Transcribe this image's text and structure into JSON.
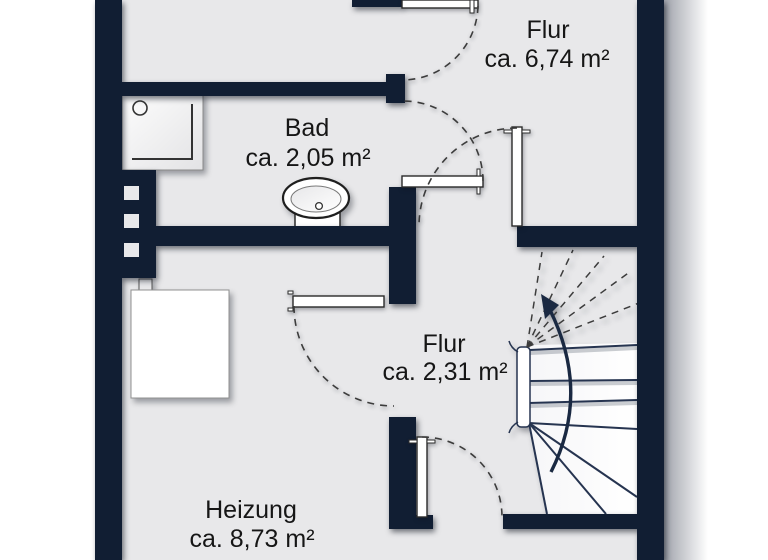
{
  "rooms": {
    "flur_top": {
      "name": "Flur",
      "area": "ca. 6,74 m²"
    },
    "bad": {
      "name": "Bad",
      "area": "ca. 2,05 m²"
    },
    "flur_mid": {
      "name": "Flur",
      "area": "ca. 2,31 m²"
    },
    "heizung": {
      "name": "Heizung",
      "area": "ca. 8,73 m²"
    }
  },
  "fixtures": {
    "shower": "shower-tray",
    "sink": "washbasin",
    "heater": "heater-unit",
    "stairs": "winder-staircase",
    "stairs_direction": "curved-up-arrow"
  },
  "colors": {
    "wall": "#111e33",
    "floor": "#e8e8ea",
    "page": "#ffffff",
    "line": "#263450",
    "dash": "#3c3c3c",
    "text": "#161616",
    "fixture": "#ffffff"
  }
}
